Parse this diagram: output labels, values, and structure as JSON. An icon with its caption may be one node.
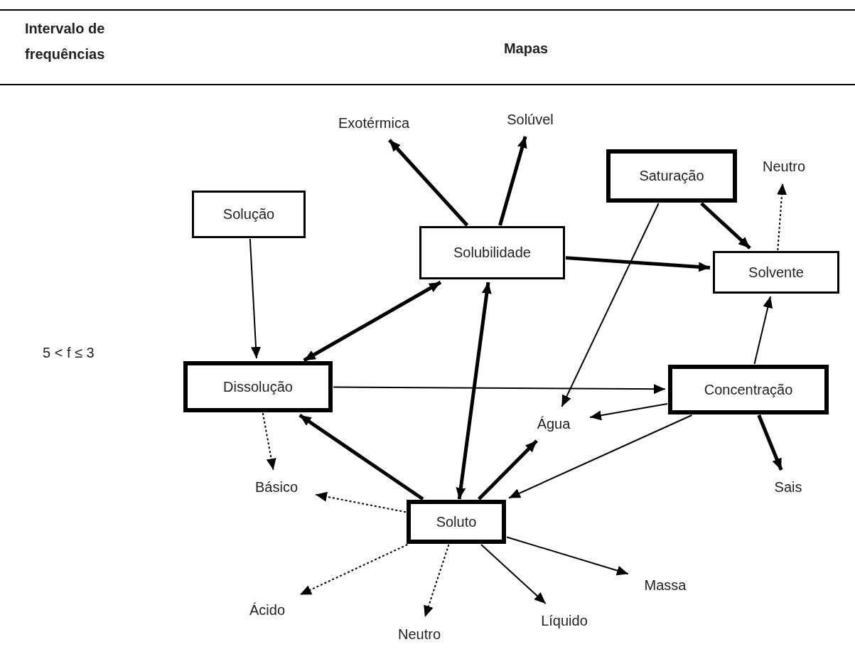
{
  "diagram": {
    "nodes": [
      {
        "text": [
          "Exotérmica"
        ]
      },
      {
        "text": [
          "Solúvel"
        ]
      },
      {
        "text": [
          "Saturação"
        ]
      },
      {
        "text": [
          "Neutro"
        ]
      },
      {
        "text": [
          "Solução"
        ]
      },
      {
        "text": [
          "Solubilidade"
        ]
      },
      {
        "text": [
          "Solvente"
        ]
      },
      {
        "text": [
          "Dissolução"
        ]
      },
      {
        "text": [
          "Concentração"
        ]
      },
      {
        "text": [
          "Água"
        ]
      },
      {
        "text": [
          "Básico"
        ]
      },
      {
        "text": [
          "Sais"
        ]
      },
      {
        "text": [
          "Soluto"
        ]
      },
      {
        "text": [
          "Ácido"
        ]
      },
      {
        "text": [
          "Massa"
        ]
      },
      {
        "text": [
          "Líquido"
        ]
      },
      {
        "text": [
          "Neutro"
        ]
      }
    ],
    "edges": [
      {
        "from": 5,
        "to": 0,
        "arrow": "to",
        "style": "thick"
      },
      {
        "from": 5,
        "to": 1,
        "arrow": "to",
        "style": "thick"
      },
      {
        "from": 2,
        "to": 6,
        "arrow": "to",
        "style": "thick"
      },
      {
        "from": 2,
        "to": 9,
        "arrow": "to"
      },
      {
        "from": 6,
        "to": 3,
        "arrow": "to",
        "style": "dashed"
      },
      {
        "from": 5,
        "to": 6,
        "arrow": "to",
        "style": "thick"
      },
      {
        "from": 4,
        "to": 7,
        "arrow": "to"
      },
      {
        "from": 7,
        "to": 5,
        "arrow": "both",
        "style": "thick"
      },
      {
        "from": 12,
        "to": 5,
        "arrow": "both",
        "style": "thick"
      },
      {
        "from": 8,
        "to": 6,
        "arrow": "to"
      },
      {
        "from": 7,
        "to": 8,
        "arrow": "to"
      },
      {
        "from": 8,
        "to": 9,
        "arrow": "to"
      },
      {
        "from": 8,
        "to": 11,
        "arrow": "to",
        "style": "thick"
      },
      {
        "from": 8,
        "to": 12,
        "arrow": "to"
      },
      {
        "from": 7,
        "to": 10,
        "arrow": "to",
        "style": "dashed"
      },
      {
        "from": 12,
        "to": 7,
        "arrow": "to",
        "style": "thick"
      },
      {
        "from": 12,
        "to": 9,
        "arrow": "to",
        "style": "thick"
      },
      {
        "from": 12,
        "to": 10,
        "arrow": "to",
        "style": "dashed"
      },
      {
        "from": 12,
        "to": 13,
        "arrow": "to",
        "style": "dashed"
      },
      {
        "from": 12,
        "to": 16,
        "arrow": "to",
        "style": "dashed"
      },
      {
        "from": 12,
        "to": 15,
        "arrow": "to"
      },
      {
        "from": 12,
        "to": 14,
        "arrow": "to"
      }
    ],
    "labels": [
      "Intervalo de frequências",
      "Mapas",
      "5 < f ≤ 3"
    ]
  }
}
